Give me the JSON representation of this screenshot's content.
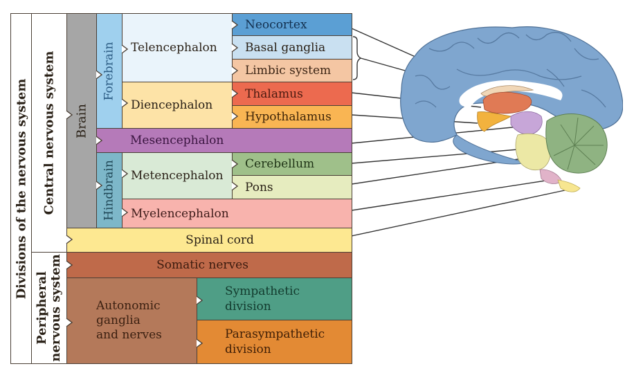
{
  "title_vertical": "Divisions of the nervous system",
  "cns": {
    "label": "Central nervous system",
    "brain": {
      "label": "Brain",
      "forebrain": {
        "label": "Forebrain",
        "telencephalon": {
          "label": "Telencephalon",
          "parts": [
            "Neocortex",
            "Basal ganglia",
            "Limbic system"
          ]
        },
        "diencephalon": {
          "label": "Diencephalon",
          "parts": [
            "Thalamus",
            "Hypothalamus"
          ]
        }
      },
      "mesencephalon": "Mesencephalon",
      "hindbrain": {
        "label": "Hindbrain",
        "metencephalon": {
          "label": "Metencephalon",
          "parts": [
            "Cerebellum",
            "Pons"
          ]
        },
        "myelencephalon": "Myelencephalon"
      }
    },
    "spinal_cord": "Spinal cord"
  },
  "pns": {
    "label_line1": "Peripheral",
    "label_line2": "nervous system",
    "somatic": "Somatic nerves",
    "autonomic": {
      "line1": "Autonomic",
      "line2": "ganglia",
      "line3": "and nerves",
      "sympathetic_line1": "Sympathetic",
      "sympathetic_line2": "division",
      "parasympathetic_line1": "Parasympathetic",
      "parasympathetic_line2": "division"
    }
  },
  "colors": {
    "brain": "#a6a6a6",
    "forebrain": "#9fd0ee",
    "telencephalon": "#eaf4fb",
    "neocortex": "#5b9fd4",
    "basal_ganglia": "#c9e0f1",
    "limbic_system": "#f4c6a3",
    "diencephalon": "#fde3a7",
    "thalamus": "#ec6a4f",
    "hypothalamus": "#f9b553",
    "mesencephalon": "#b57ab9",
    "hindbrain": "#7db7c9",
    "metencephalon": "#d9ead6",
    "cerebellum": "#9fc08a",
    "pons": "#e6ecbf",
    "myelencephalon": "#f8b3ad",
    "spinal_cord": "#fde891",
    "somatic_nerves": "#bf6a4a",
    "autonomic": "#b4795a",
    "sympathetic": "#4f9e86",
    "parasympathetic": "#e38a34",
    "brain_cortex": "#7fa6cf"
  }
}
